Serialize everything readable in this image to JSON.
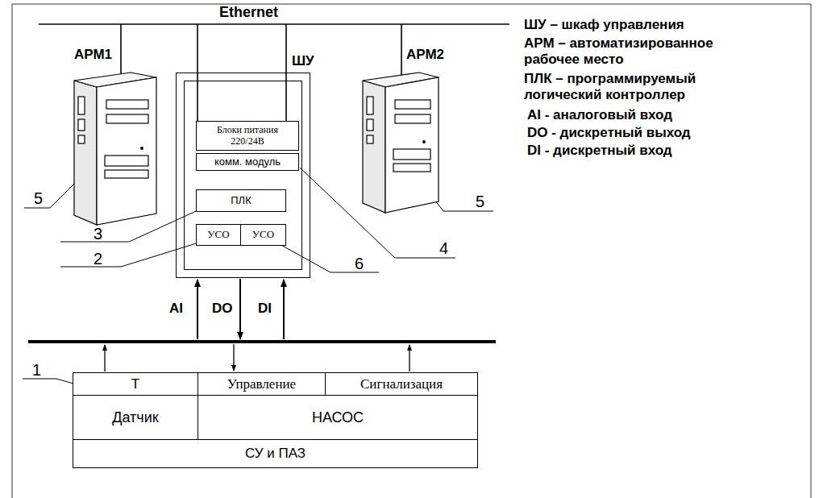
{
  "diagram": {
    "nodes": [
      {
        "text": [
          "АРМ1"
        ]
      },
      {
        "text": [
          "ШУ"
        ]
      },
      {
        "text": [
          "Блоки питания 220/24В"
        ],
        "in": 1
      },
      {
        "text": [
          "комм. модуль"
        ],
        "in": 1
      },
      {
        "text": [
          "ПЛК"
        ],
        "in": 1
      },
      {
        "text": [
          "УСО"
        ],
        "in": 1
      },
      {
        "text": [
          "УСО"
        ],
        "in": 1
      },
      {
        "text": [
          "АРМ2"
        ]
      },
      {
        "text": [
          "T"
        ]
      },
      {
        "text": [
          "Управление"
        ]
      },
      {
        "text": [
          "Сигнализация"
        ]
      },
      {
        "text": [
          "Датчик"
        ]
      },
      {
        "text": [
          "НАСОС"
        ]
      },
      {
        "text": [
          "СУ и ПАЗ"
        ]
      }
    ],
    "labels": [
      "Ethernet",
      "5",
      "3",
      "2",
      "6",
      "4",
      "5",
      "1",
      "AI",
      "DO",
      "DI",
      "ШУ – шкаф управления",
      "АРМ – автоматизированное рабочее место",
      "ПЛК – программируемый логический контроллер",
      "AI - аналоговый вход",
      "DO - дискретный выход",
      "DI - дискретный вход"
    ]
  }
}
